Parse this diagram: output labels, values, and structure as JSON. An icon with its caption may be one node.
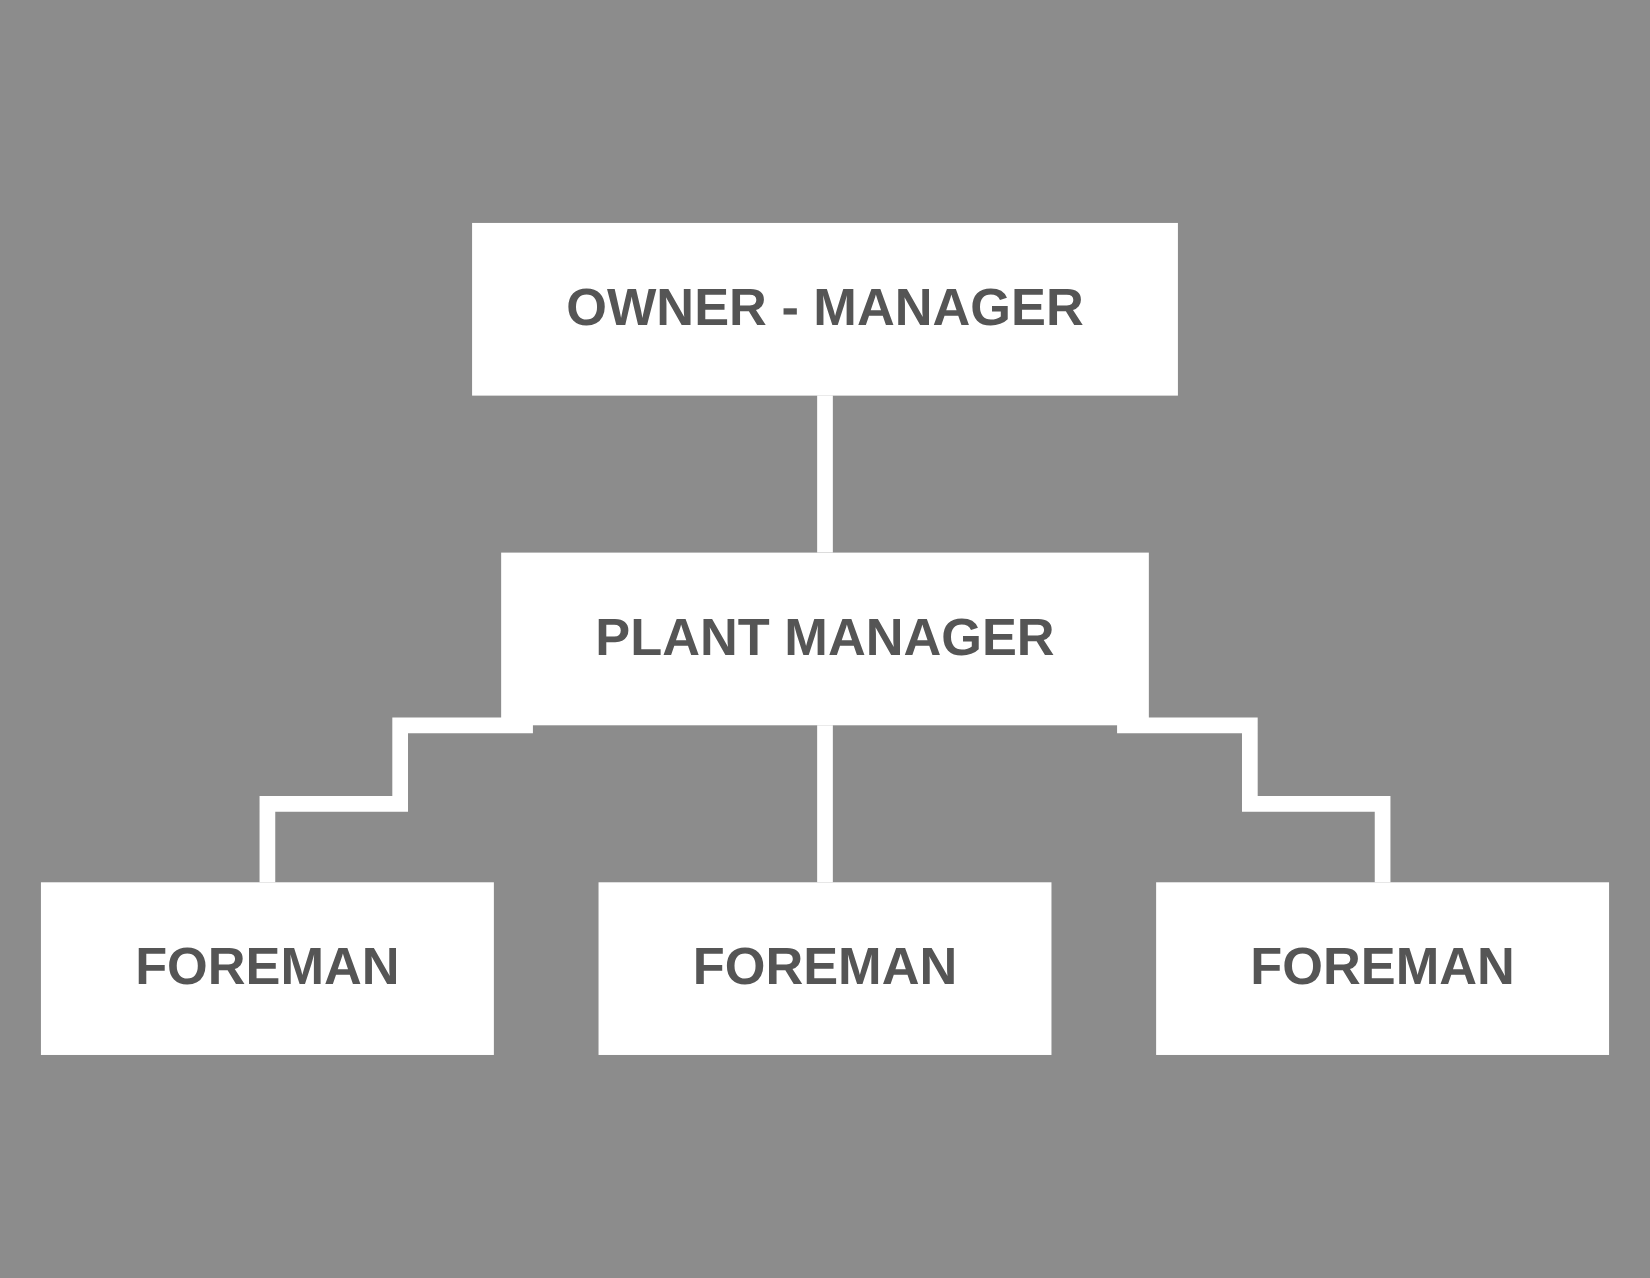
{
  "diagram": {
    "nodes": [
      {
        "text": [
          "OWNER - MANAGER"
        ]
      },
      {
        "text": [
          "PLANT MANAGER"
        ]
      },
      {
        "text": [
          "FOREMAN"
        ]
      },
      {
        "text": [
          "FOREMAN"
        ]
      },
      {
        "text": [
          "FOREMAN"
        ]
      }
    ],
    "edges": [
      {
        "from": 0,
        "to": 1,
        "arrow": "none"
      },
      {
        "from": 1,
        "to": 2,
        "arrow": "none"
      },
      {
        "from": 1,
        "to": 3,
        "arrow": "none"
      },
      {
        "from": 1,
        "to": 4,
        "arrow": "none"
      }
    ]
  }
}
